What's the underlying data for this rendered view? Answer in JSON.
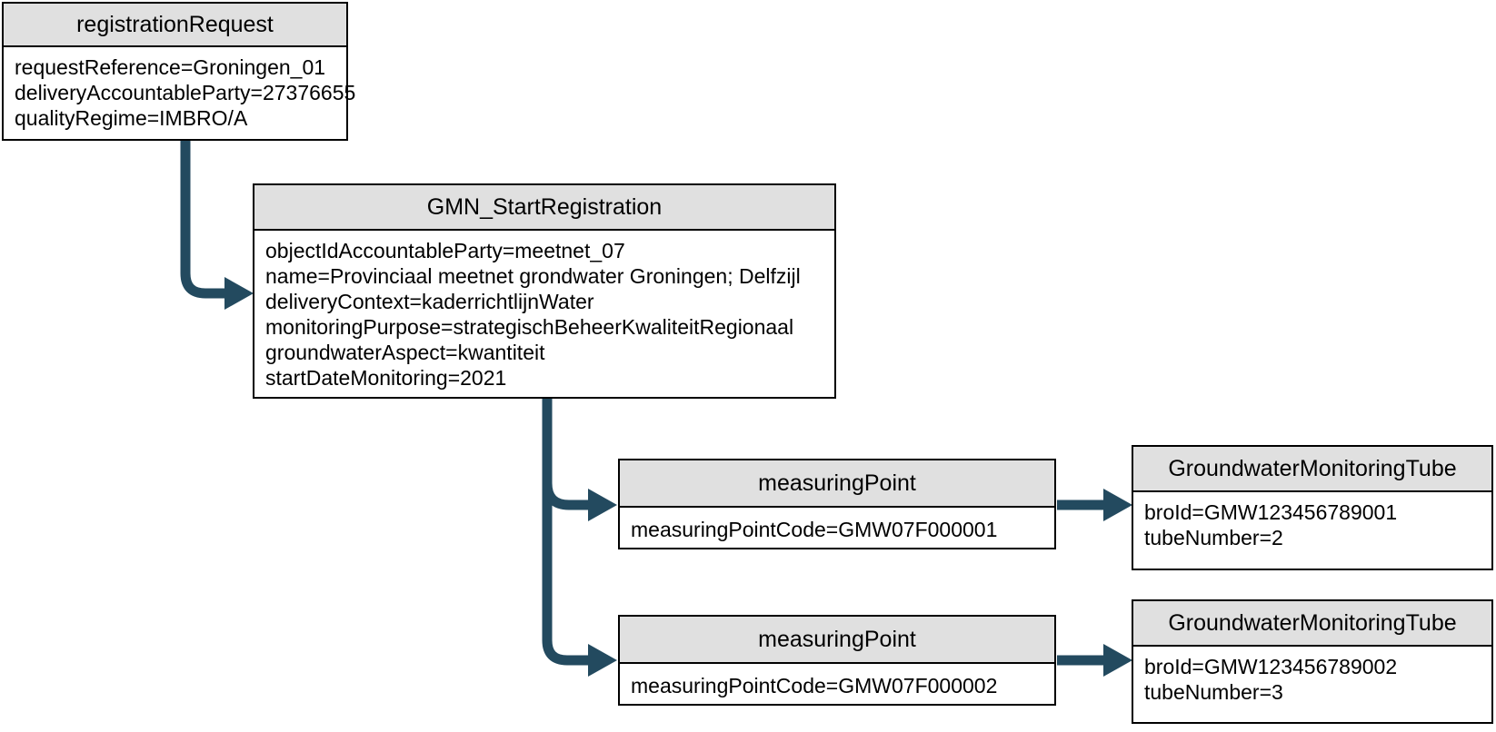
{
  "colors": {
    "arrow": "#234A5F",
    "header_fill": "#E0E0E0",
    "border": "#000000",
    "background": "#FFFFFF"
  },
  "nodes": {
    "registrationRequest": {
      "title": "registrationRequest",
      "attributes": [
        "requestReference=Groningen_01",
        "deliveryAccountableParty=27376655",
        "qualityRegime=IMBRO/A"
      ]
    },
    "gmnStartRegistration": {
      "title": "GMN_StartRegistration",
      "attributes": [
        "objectIdAccountableParty=meetnet_07",
        "name=Provinciaal meetnet grondwater Groningen; Delfzijl",
        "deliveryContext=kaderrichtlijnWater",
        "monitoringPurpose=strategischBeheerKwaliteitRegionaal",
        "groundwaterAspect=kwantiteit",
        "startDateMonitoring=2021"
      ]
    },
    "measuringPoint1": {
      "title": "measuringPoint",
      "attributes": [
        "measuringPointCode=GMW07F000001"
      ]
    },
    "measuringPoint2": {
      "title": "measuringPoint",
      "attributes": [
        "measuringPointCode=GMW07F000002"
      ]
    },
    "tube1": {
      "title": "GroundwaterMonitoringTube",
      "attributes": [
        "broId=GMW123456789001",
        "tubeNumber=2"
      ]
    },
    "tube2": {
      "title": "GroundwaterMonitoringTube",
      "attributes": [
        "broId=GMW123456789002",
        "tubeNumber=3"
      ]
    }
  }
}
